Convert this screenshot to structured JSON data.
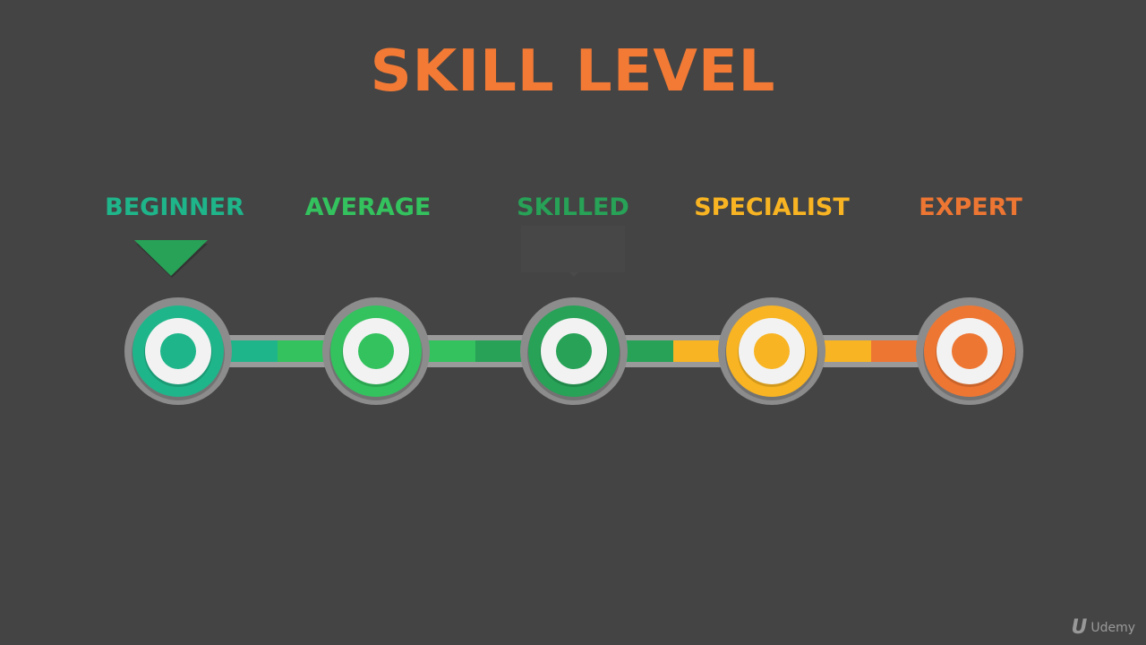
{
  "title": "SKILL LEVEL",
  "colors": {
    "background": "#444444",
    "title": "#f27a35",
    "ring": "#9a9a9a",
    "ring_outer": "#8c8c8c",
    "white": "#f2f2f2",
    "pointer": "#27a257"
  },
  "levels": [
    {
      "label": "BEGINNER",
      "color": "#1fb58a",
      "track_color": "#1fb58a",
      "selected": true
    },
    {
      "label": "AVERAGE",
      "color": "#33c25e",
      "track_color": "#33c25e",
      "selected": false
    },
    {
      "label": "SKILLED",
      "color": "#27a257",
      "track_color": "#27a257",
      "selected": false
    },
    {
      "label": "SPECIALIST",
      "color": "#f8b422",
      "track_color": "#f8b422",
      "selected": false
    },
    {
      "label": "EXPERT",
      "color": "#ee7633",
      "track_color": "#ee7633",
      "selected": false
    }
  ],
  "watermark": {
    "logo": "U",
    "text": "Udemy"
  }
}
